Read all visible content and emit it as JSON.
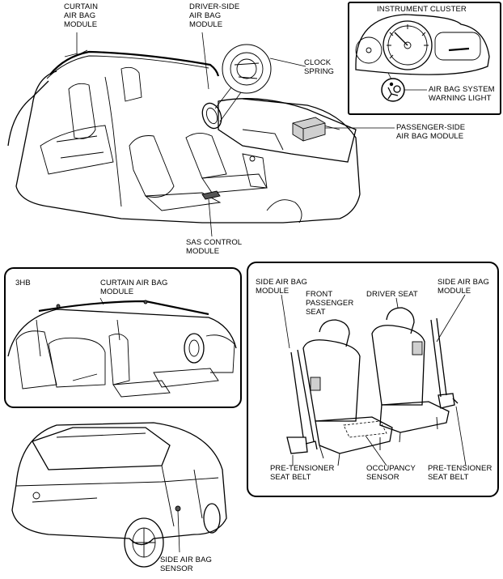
{
  "labels": {
    "curtain_top": "CURTAIN\nAIR BAG\nMODULE",
    "driver_side": "DRIVER-SIDE\nAIR BAG\nMODULE",
    "clock_spring": "CLOCK\nSPRING",
    "instrument_cluster": "INSTRUMENT CLUSTER",
    "warning_light": "AIR BAG SYSTEM\nWARNING LIGHT",
    "passenger_side": "PASSENGER-SIDE\nAIR BAG MODULE",
    "sas_control": "SAS CONTROL\nMODULE",
    "hb_tag": "3HB",
    "curtain_3hb": "CURTAIN AIR BAG\nMODULE",
    "side_left": "SIDE AIR BAG\nMODULE",
    "front_passenger": "FRONT\nPASSENGER\nSEAT",
    "driver_seat": "DRIVER SEAT",
    "side_right": "SIDE AIR BAG\nMODULE",
    "pretensioner_left": "PRE-TENSIONER\nSEAT BELT",
    "occupancy": "OCCUPANCY\nSENSOR",
    "pretensioner_right": "PRE-TENSIONER\nSEAT BELT",
    "side_sensor": "SIDE AIR BAG\nSENSOR"
  },
  "icons": {
    "warning_symbol": "airbag-warning-icon"
  }
}
